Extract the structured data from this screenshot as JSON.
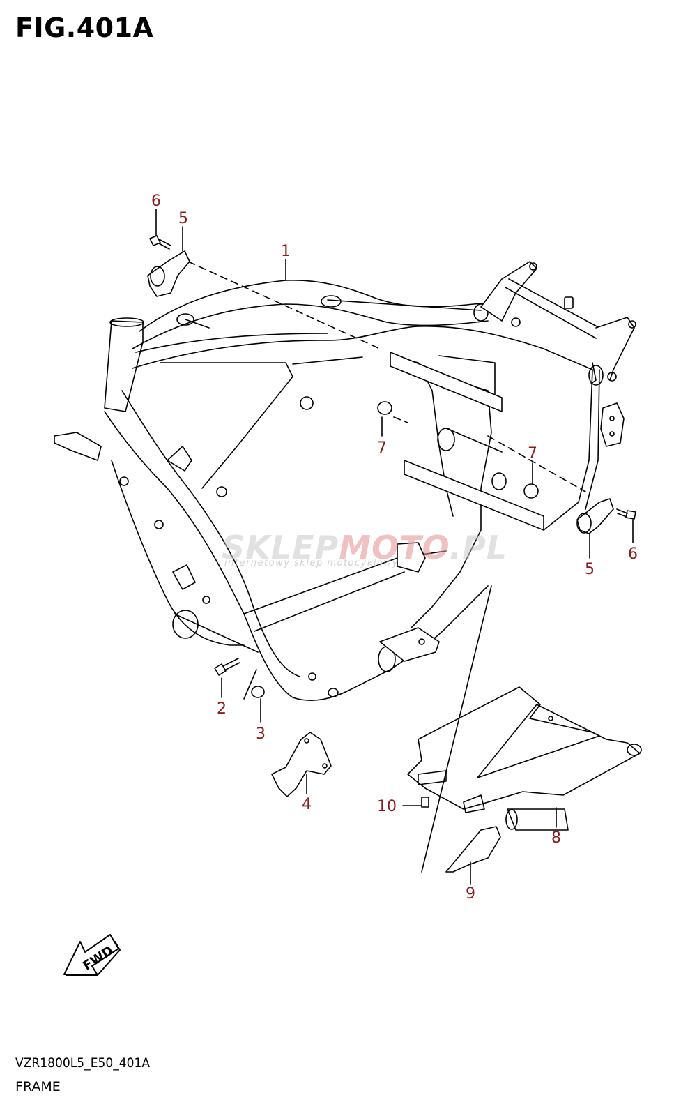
{
  "figure": {
    "title": "FIG.401A",
    "code": "VZR1800L5_E50_401A",
    "caption": "FRAME"
  },
  "watermark": {
    "brand_a": "SKLEP",
    "brand_b": "MOTO",
    "brand_c": ".PL",
    "tagline": "internetowy sklep motocyklowy"
  },
  "callouts": {
    "c6_top": "6",
    "c5_top": "5",
    "c1": "1",
    "c7_left": "7",
    "c7_right": "7",
    "c5_right": "5",
    "c6_right": "6",
    "c2": "2",
    "c3": "3",
    "c4": "4",
    "c10": "10",
    "c8": "8",
    "c9": "9"
  },
  "fwd_label": "FWD",
  "colors": {
    "line": "#000000",
    "callout": "#8b1a1a"
  }
}
